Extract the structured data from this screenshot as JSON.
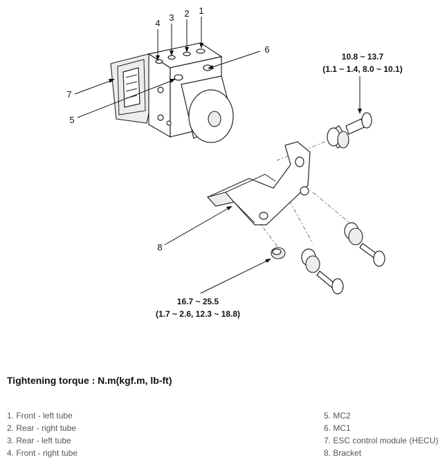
{
  "callouts": [
    "1",
    "2",
    "3",
    "4",
    "5",
    "6",
    "7",
    "8"
  ],
  "torque_top": {
    "line1": "10.8 ~ 13.7",
    "line2": "(1.1 ~ 1.4, 8.0 ~ 10.1)"
  },
  "torque_bottom": {
    "line1": "16.7 ~ 25.5",
    "line2": "(1.7 ~ 2.6, 12.3 ~ 18.8)"
  },
  "caption": "Tightening torque : N.m(kgf.m, lb-ft)",
  "legend_left": [
    "1. Front - left tube",
    "2. Rear - right tube",
    "3. Rear - left tube",
    "4. Front - right tube"
  ],
  "legend_right": [
    "5. MC2",
    "6. MC1",
    "7. ESC control module (HECU)",
    "8. Bracket"
  ]
}
